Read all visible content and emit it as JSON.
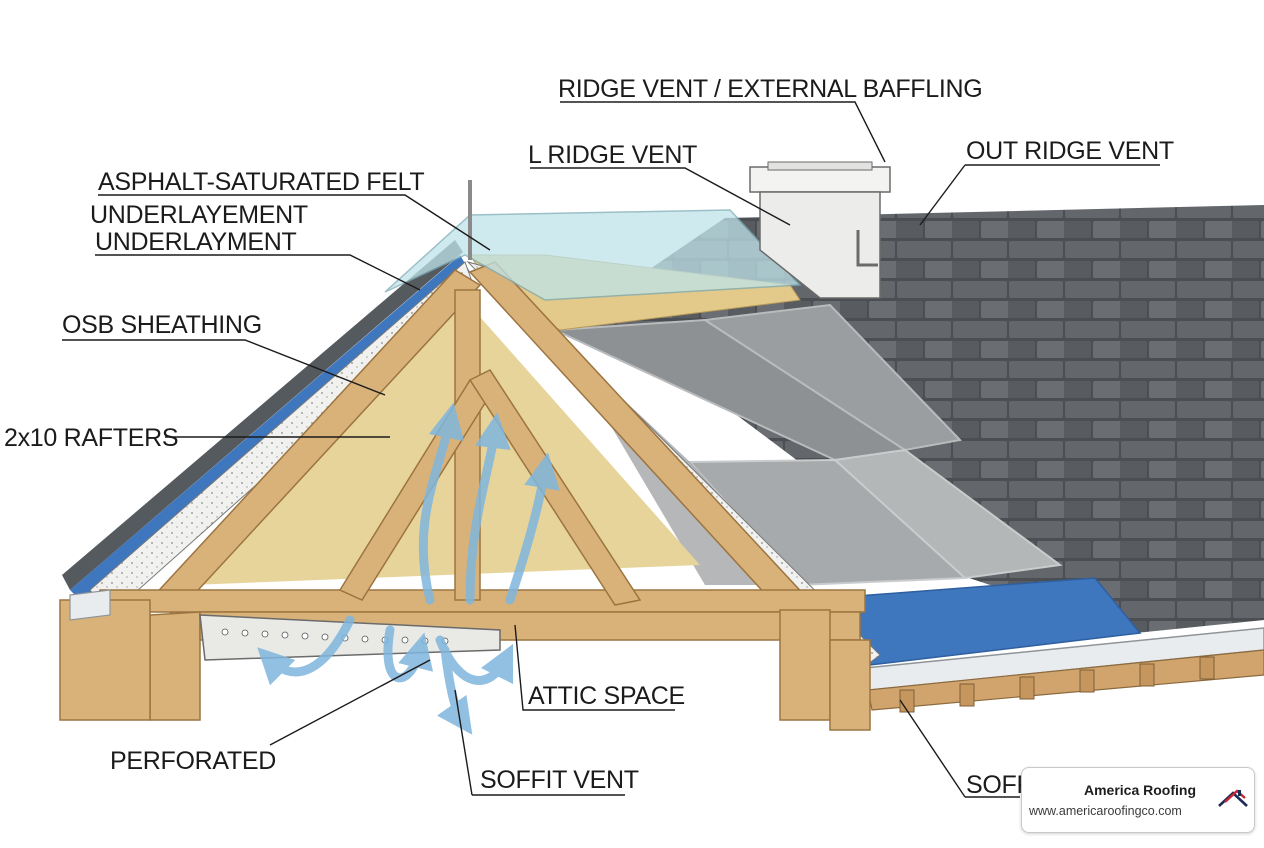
{
  "labels": {
    "ridge_vent_external": "RIDGE VENT / EXTERNAL BAFFLING",
    "l_ridge_vent": "L RIDGE VENT",
    "out_ridge_vent": "OUT RIDGE VENT",
    "asphalt_felt": "ASPHALT-SATURATED FELT",
    "underlayement": "UNDERLAYEMENT",
    "underlayment": "UNDERLAYMENT",
    "osb_sheathing": "OSB SHEATHING",
    "rafters": "2x10 RAFTERS",
    "attic_space": "ATTIC SPACE",
    "perforated": "PERFORATED",
    "soffit_vent": "SOFFIT VENT",
    "soffit_cut": "SOFF"
  },
  "badge": {
    "name": "America Roofing",
    "url": "www.americaroofingco.com",
    "logo_icon": "roof-house-logo-icon"
  },
  "colors": {
    "wood": "#d9b27a",
    "insulation": "#e3cf8e",
    "shingles": "#5a5e62",
    "underlayment_blue": "#3f77bf",
    "felt_gray": "#8f9396",
    "airflow": "#7fb6dd",
    "ridge_vent_glass": "#bfe4ea"
  }
}
